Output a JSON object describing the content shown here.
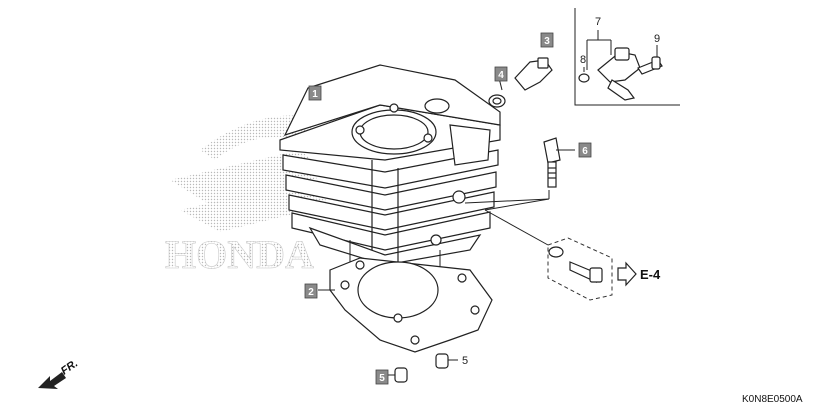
{
  "watermark": {
    "text": "HONDA"
  },
  "callouts": {
    "c1": "1",
    "c2": "2",
    "c3": "3",
    "c4": "4",
    "c5": "5",
    "c6": "6"
  },
  "labels": {
    "n5": "5",
    "n7": "7",
    "n8": "8",
    "n9": "9"
  },
  "reference": {
    "label": "E-4"
  },
  "direction": {
    "label": "FR."
  },
  "diagram_code": "K0N8E0500A"
}
